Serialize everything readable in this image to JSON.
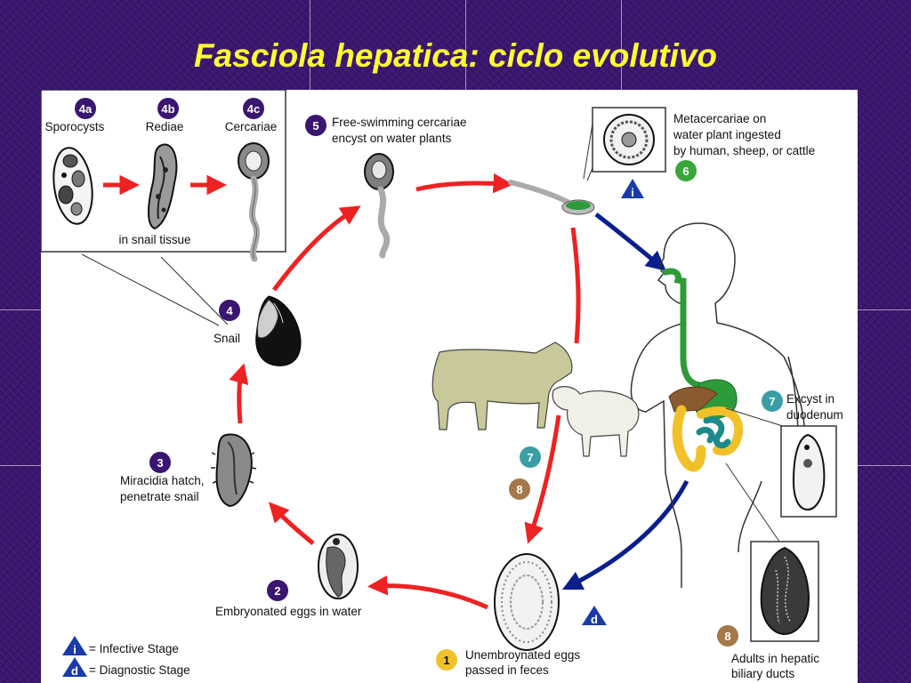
{
  "title": "Fasciola hepatica: ciclo evolutivo",
  "colors": {
    "background": "#3a1670",
    "title": "#ffff33",
    "arrow_red": "#ee2222",
    "arrow_blue": "#0a1e8c",
    "badge_purple": "#3a1670",
    "badge_green": "#3aa63a",
    "badge_teal": "#3a9ea4",
    "badge_brown": "#a5784a",
    "badge_yellow": "#f2c12a",
    "badge_blue_triangle": "#1a3aa8"
  },
  "inset": {
    "stages": [
      {
        "badge": "4a",
        "label": "Sporocysts"
      },
      {
        "badge": "4b",
        "label": "Rediae"
      },
      {
        "badge": "4c",
        "label": "Cercariae"
      }
    ],
    "caption": "in snail tissue"
  },
  "stages": [
    {
      "badge": "1",
      "color": "yellow",
      "lines": [
        "Unembroynated eggs",
        "passed in feces"
      ]
    },
    {
      "badge": "2",
      "color": "purple",
      "lines": [
        "Embryonated eggs in water"
      ]
    },
    {
      "badge": "3",
      "color": "purple",
      "lines": [
        "Miracidia hatch,",
        "penetrate snail"
      ]
    },
    {
      "badge": "4",
      "color": "purple",
      "lines": [
        "Snail"
      ]
    },
    {
      "badge": "5",
      "color": "purple",
      "lines": [
        "Free-swimming cercariae",
        "encyst on water plants"
      ]
    },
    {
      "badge": "6",
      "color": "green",
      "lines": [
        "Metacercariae on",
        "water plant ingested",
        "by human, sheep, or cattle"
      ]
    },
    {
      "badge": "7",
      "color": "teal",
      "lines": [
        "Excyst in",
        "duodenum"
      ]
    },
    {
      "badge": "8",
      "color": "brown",
      "lines": [
        "Adults in hepatic",
        "biliary ducts"
      ]
    }
  ],
  "animal_badges": [
    "7",
    "8"
  ],
  "markers": {
    "infective": {
      "symbol": "i",
      "text": "= Infective Stage"
    },
    "diagnostic": {
      "symbol": "d",
      "text": "= Diagnostic Stage"
    }
  }
}
